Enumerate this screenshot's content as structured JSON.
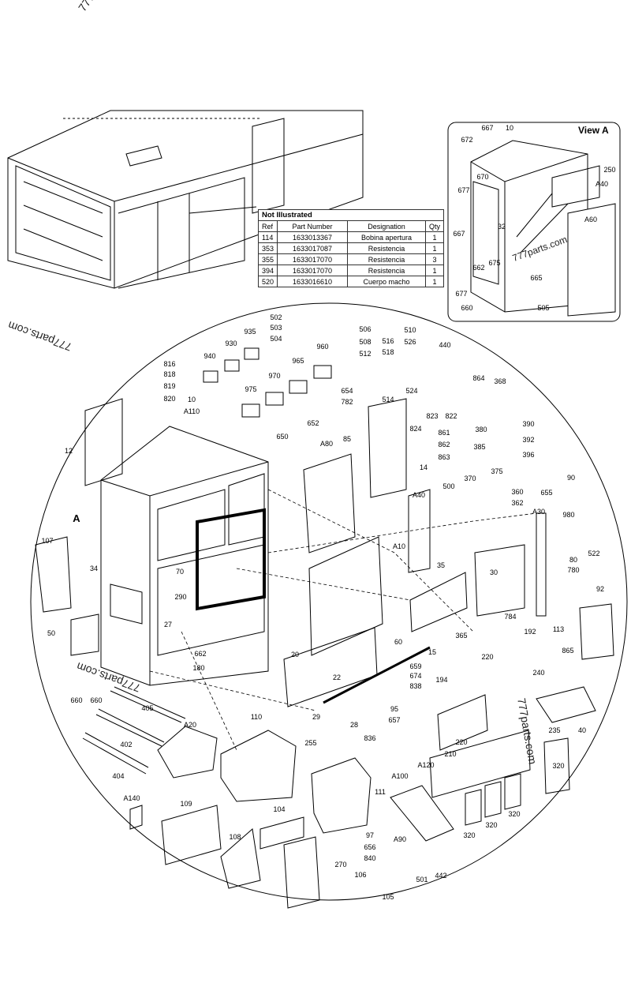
{
  "watermark": "777parts.com",
  "watermark_partial": "777pa",
  "view_label": "View A",
  "view_arrow_label": "A",
  "not_illustrated": {
    "title": "Not Illustrated",
    "columns": [
      "Ref",
      "Part Number",
      "Designation",
      "Qty"
    ],
    "rows": [
      [
        "114",
        "1633013367",
        "Bobina apertura",
        "1"
      ],
      [
        "353",
        "1633017087",
        "Resistencia",
        "1"
      ],
      [
        "355",
        "1633017070",
        "Resistencia",
        "3"
      ],
      [
        "394",
        "1633017070",
        "Resistencia",
        "1"
      ],
      [
        "520",
        "1633016610",
        "Cuerpo macho",
        "1"
      ]
    ]
  },
  "view_a_callouts": [
    "667",
    "10",
    "672",
    "250",
    "670",
    "677",
    "A40",
    "32",
    "A60",
    "667",
    "675",
    "662",
    "665",
    "677",
    "660",
    "505"
  ],
  "callouts": [
    "502",
    "503",
    "504",
    "935",
    "930",
    "940",
    "506",
    "508",
    "512",
    "510",
    "526",
    "516",
    "518",
    "440",
    "960",
    "970",
    "965",
    "816",
    "818",
    "819",
    "820",
    "10",
    "A110",
    "975",
    "654",
    "782",
    "524",
    "514",
    "864",
    "368",
    "652",
    "823",
    "822",
    "390",
    "824",
    "861",
    "862",
    "863",
    "380",
    "392",
    "385",
    "396",
    "650",
    "A80",
    "85",
    "12",
    "14",
    "375",
    "655",
    "90",
    "500",
    "370",
    "360",
    "362",
    "A40",
    "A30",
    "980",
    "522",
    "107",
    "34",
    "A10",
    "70",
    "35",
    "30",
    "80",
    "780",
    "92",
    "290",
    "50",
    "784",
    "192",
    "365",
    "113",
    "20",
    "22",
    "60",
    "15",
    "659",
    "674",
    "838",
    "220",
    "240",
    "865",
    "662",
    "27",
    "180",
    "194",
    "660",
    "660",
    "29",
    "28",
    "95",
    "657",
    "40",
    "235",
    "405",
    "A20",
    "110",
    "255",
    "836",
    "220",
    "210",
    "A120",
    "402",
    "404",
    "111",
    "A100",
    "320",
    "A140",
    "109",
    "104",
    "320",
    "320",
    "320",
    "108",
    "97",
    "656",
    "840",
    "A90",
    "501",
    "442",
    "270",
    "106",
    "105"
  ]
}
